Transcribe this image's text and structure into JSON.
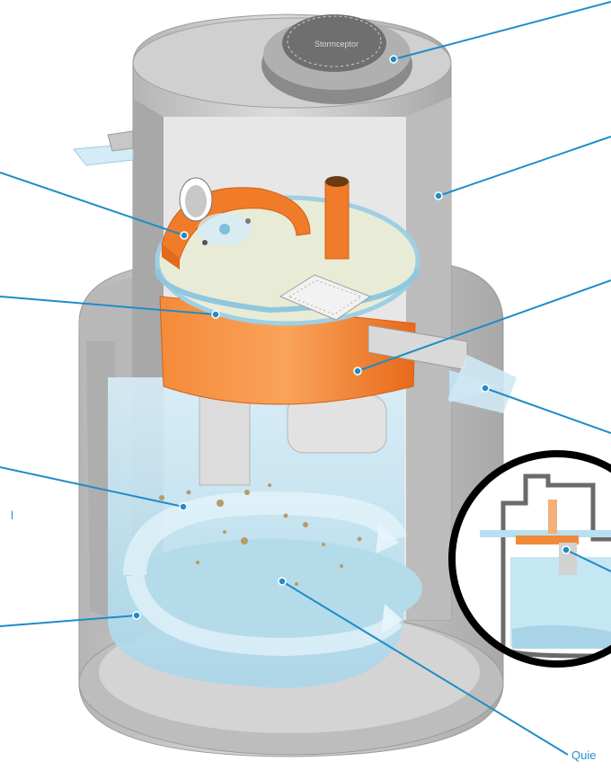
{
  "diagram": {
    "subject": "cutaway illustration of a cylindrical stormwater separator manhole",
    "colors": {
      "concrete": "#c9c9c9",
      "concrete_dark": "#9e9e9e",
      "insert_orange": "#f07b28",
      "water": "#bfe3f2",
      "leader_line": "#1f8cc8",
      "inset_ring": "#111111"
    },
    "manhole_cover_text": "Stormceptor",
    "edge_labels": {
      "left_fragment": "l",
      "bottom_fragment": "Quie"
    },
    "callouts": [
      {
        "id": "manhole-cover"
      },
      {
        "id": "riser-wall"
      },
      {
        "id": "inlet"
      },
      {
        "id": "insert-deck"
      },
      {
        "id": "orange-weir"
      },
      {
        "id": "outlet-pipe"
      },
      {
        "id": "sediment-particles"
      },
      {
        "id": "lower-chamber-floor"
      },
      {
        "id": "quiescent-water"
      },
      {
        "id": "inset-flow-detail"
      }
    ]
  }
}
